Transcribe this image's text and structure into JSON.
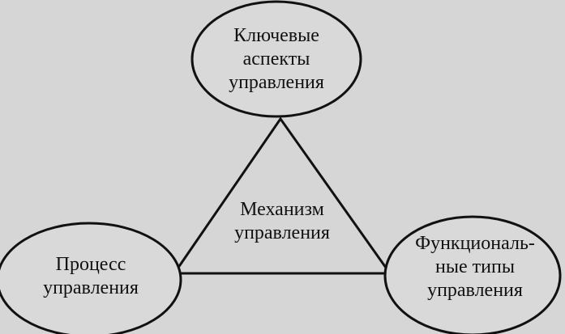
{
  "diagram": {
    "top_node": {
      "lines": [
        "Ключевые",
        "аспекты",
        "управления"
      ]
    },
    "center_node": {
      "lines": [
        "Механизм",
        "управления"
      ]
    },
    "left_node": {
      "lines": [
        "Процесс",
        "управления"
      ]
    },
    "right_node": {
      "lines": [
        "Функциональ-",
        "ные типы",
        "управления"
      ]
    },
    "colors": {
      "background": "#d6d6d6",
      "stroke": "#111111",
      "text": "#111111"
    }
  }
}
